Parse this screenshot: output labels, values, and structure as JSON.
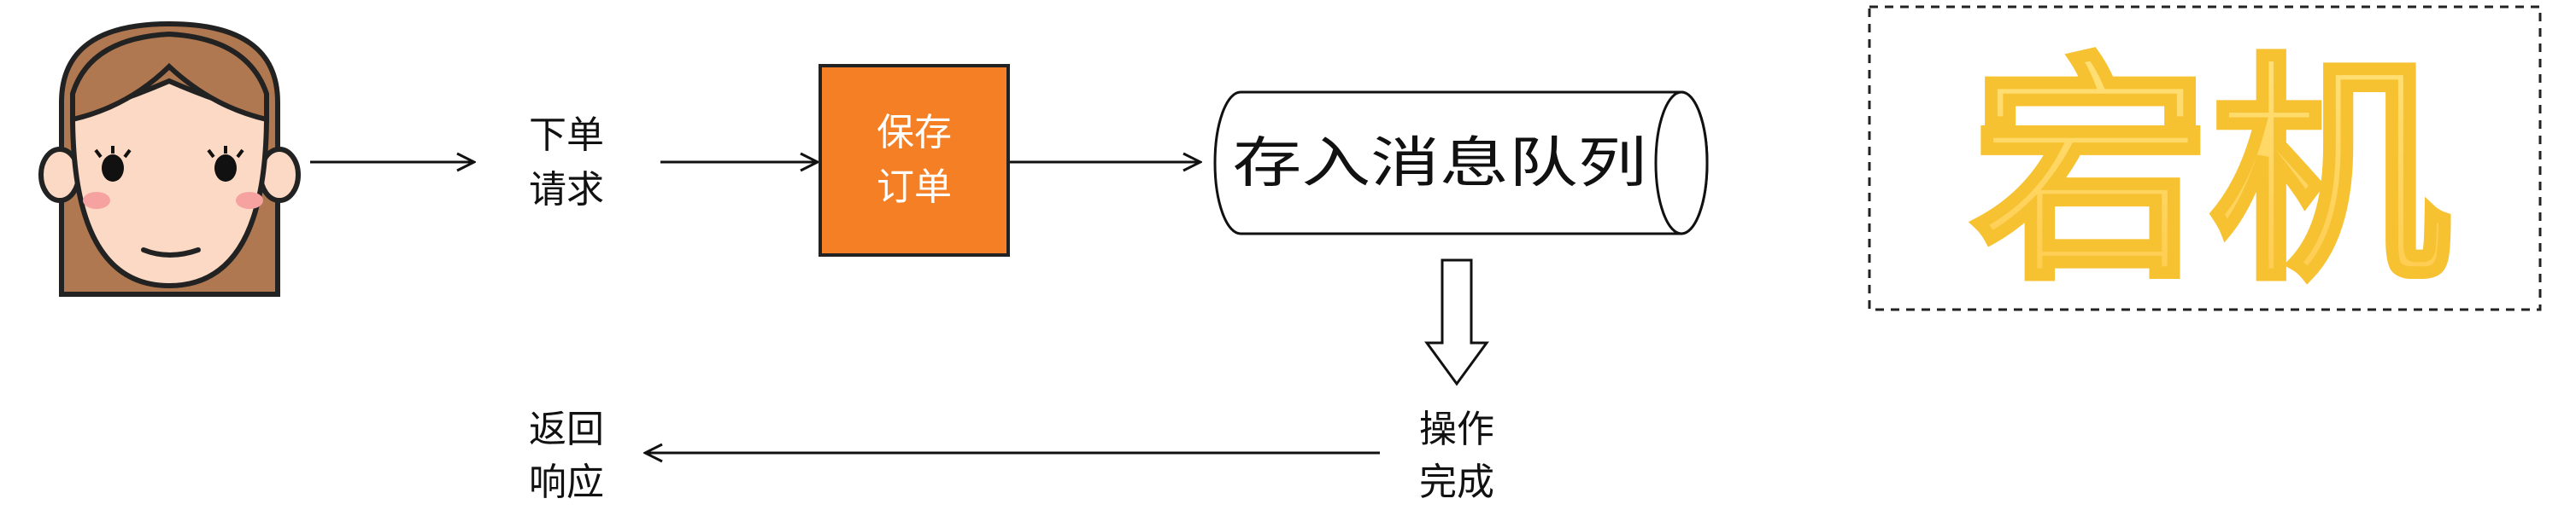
{
  "steps": {
    "order_request": [
      "下单",
      "请求"
    ],
    "save_order": [
      "保存",
      "订单"
    ],
    "queue": "存入消息队列",
    "operation_done": [
      "操作",
      "完成"
    ],
    "return_response": [
      "返回",
      "响应"
    ]
  },
  "downtime_label": "宕机",
  "colors": {
    "save_box_fill": "#f47f24",
    "save_box_text": "#ffffff",
    "hair": "#b07850",
    "face": "#fcd9c4",
    "cheek": "#f5a2a0",
    "downtime_text": "#ffd34a",
    "downtime_outline": "#f6c231",
    "line": "#111111"
  },
  "icons": {
    "user": "girl-avatar-icon"
  }
}
